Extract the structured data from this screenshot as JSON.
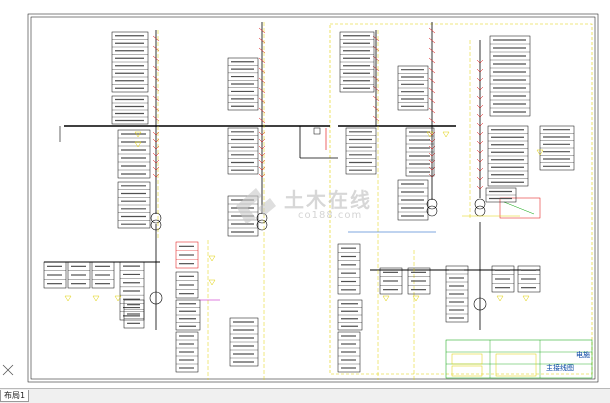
{
  "layout_tab": "布局1",
  "watermark": {
    "brand": "土木在线",
    "site": "co188.com"
  },
  "title_block": {
    "drawing_title": "主接线图",
    "sheet": "电施"
  },
  "colors": {
    "frame": "#000000",
    "busbar": "#000000",
    "cable": "#404040",
    "yellow": "#e0d000",
    "red": "#e00000",
    "green": "#00a000",
    "blue": "#0050c0",
    "magenta": "#c000c0",
    "tabbar": "#f0f0f0"
  },
  "icons": [
    "ucs-axis-icon",
    "watermark-logo-icon"
  ]
}
